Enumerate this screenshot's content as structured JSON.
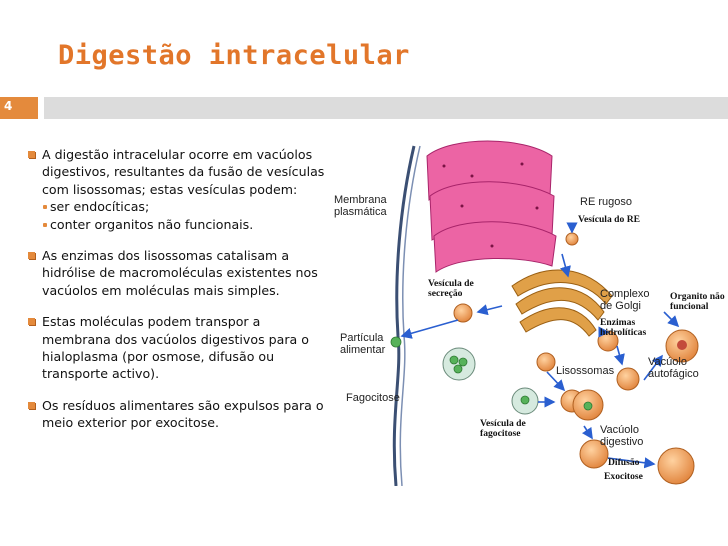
{
  "slide": {
    "title": "Digestão intracelular",
    "number": "4"
  },
  "bullets": [
    "A digestão intracelular ocorre em vacúolos digestivos, resultantes da fusão de vesículas com lisossomas; estas vesículas podem:",
    "As enzimas dos lisossomas catalisam  a hidrólise de macromoléculas existentes nos vacúolos em moléculas mais simples.",
    "Estas moléculas podem transpor a membrana dos vacúolos digestivos para o hialoplasma (por osmose, difusão ou transporte activo).",
    "Os resíduos alimentares são expulsos para o meio exterior por exocitose."
  ],
  "sub_bullets": [
    "ser endocíticas;",
    "conter organitos não funcionais."
  ],
  "figure_labels": {
    "membrana": "Membrana plasmática",
    "re_rugoso": "RE rugoso",
    "vesicula_re": "Vesícula do RE",
    "vesicula_secrecao": "Vesícula de secreção",
    "complexo_golgi": "Complexo de Golgi",
    "organito": "Organito não funcional",
    "enzimas": "Enzimas hidrolíticas",
    "particula": "Partícula alimentar",
    "vacuolo_autofagico": "Vacúolo autofágico",
    "lisossomas": "Lisossomas",
    "fagocitose": "Fagocitose",
    "vesicula_fagocitose": "Vesícula de fagocitose",
    "vacuolo_digestivo": "Vacúolo digestivo",
    "difusao": "Difusão",
    "exocitose": "Exocitose"
  },
  "colors": {
    "accent": "#e48a3c",
    "title": "#e2762a",
    "rule": "#dcdcdc",
    "er": "#e8559a",
    "golgi": "#c8862a",
    "vesicle": "#f0a060",
    "food": "#57b25a",
    "arrow": "#2a5fd0"
  }
}
